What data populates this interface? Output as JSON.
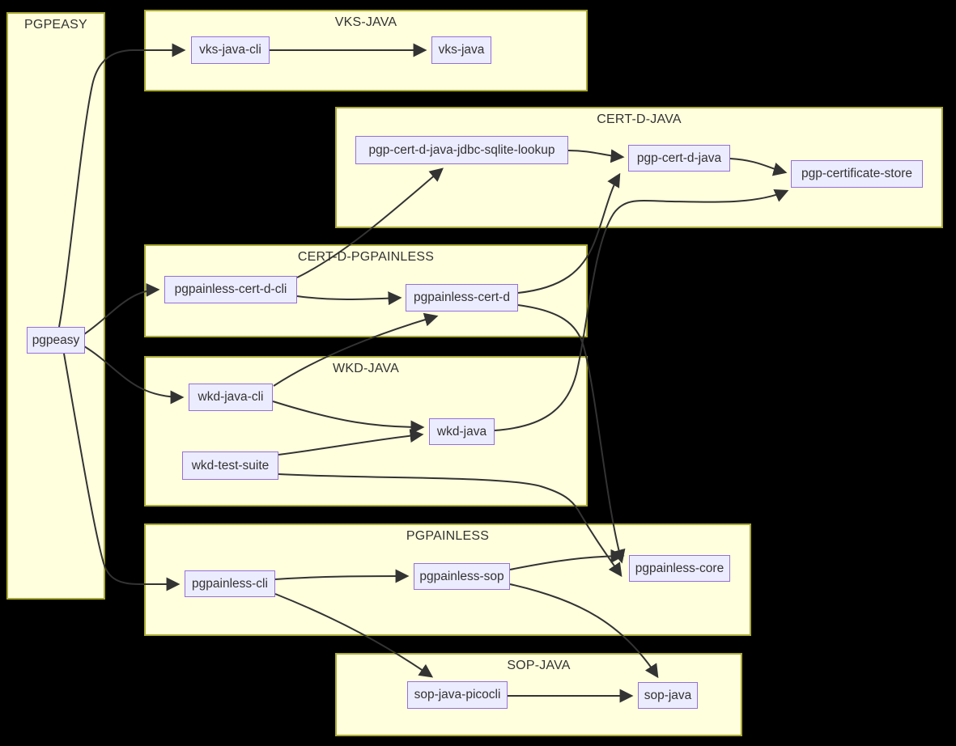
{
  "diagram": {
    "type": "dependency-graph",
    "colors": {
      "background": "#000000",
      "cluster_fill": "#ffffde",
      "cluster_border": "#aaaa33",
      "node_fill": "#ececff",
      "node_border": "#9370db",
      "edge": "#333333",
      "text": "#333333"
    },
    "clusters": {
      "pgpeasy": {
        "title": "PGPEASY"
      },
      "vks_java": {
        "title": "VKS-JAVA"
      },
      "cert_d_java": {
        "title": "CERT-D-JAVA"
      },
      "cert_d_pgpainless": {
        "title": "CERT-D-PGPAINLESS"
      },
      "wkd_java": {
        "title": "WKD-JAVA"
      },
      "pgpainless": {
        "title": "PGPAINLESS"
      },
      "sop_java": {
        "title": "SOP-JAVA"
      }
    },
    "nodes": {
      "pgpeasy": {
        "label": "pgpeasy"
      },
      "vks_java_cli": {
        "label": "vks-java-cli"
      },
      "vks_java": {
        "label": "vks-java"
      },
      "pgp_cert_d_java_jdbc_sqlite_lookup": {
        "label": "pgp-cert-d-java-jdbc-sqlite-lookup"
      },
      "pgp_cert_d_java": {
        "label": "pgp-cert-d-java"
      },
      "pgp_certificate_store": {
        "label": "pgp-certificate-store"
      },
      "pgpainless_cert_d_cli": {
        "label": "pgpainless-cert-d-cli"
      },
      "pgpainless_cert_d": {
        "label": "pgpainless-cert-d"
      },
      "wkd_java_cli": {
        "label": "wkd-java-cli"
      },
      "wkd_test_suite": {
        "label": "wkd-test-suite"
      },
      "wkd_java": {
        "label": "wkd-java"
      },
      "pgpainless_cli": {
        "label": "pgpainless-cli"
      },
      "pgpainless_sop": {
        "label": "pgpainless-sop"
      },
      "pgpainless_core": {
        "label": "pgpainless-core"
      },
      "sop_java_picocli": {
        "label": "sop-java-picocli"
      },
      "sop_java": {
        "label": "sop-java"
      }
    },
    "edges": [
      {
        "from": "pgpeasy",
        "to": "vks-java-cli"
      },
      {
        "from": "pgpeasy",
        "to": "pgpainless-cert-d-cli"
      },
      {
        "from": "pgpeasy",
        "to": "wkd-java-cli"
      },
      {
        "from": "pgpeasy",
        "to": "pgpainless-cli"
      },
      {
        "from": "vks-java-cli",
        "to": "vks-java"
      },
      {
        "from": "pgpainless-cert-d-cli",
        "to": "pgp-cert-d-java-jdbc-sqlite-lookup"
      },
      {
        "from": "pgpainless-cert-d-cli",
        "to": "pgpainless-cert-d"
      },
      {
        "from": "pgp-cert-d-java-jdbc-sqlite-lookup",
        "to": "pgp-cert-d-java"
      },
      {
        "from": "pgp-cert-d-java",
        "to": "pgp-certificate-store"
      },
      {
        "from": "pgpainless-cert-d",
        "to": "pgp-cert-d-java"
      },
      {
        "from": "pgpainless-cert-d",
        "to": "pgpainless-core"
      },
      {
        "from": "wkd-java-cli",
        "to": "pgpainless-cert-d"
      },
      {
        "from": "wkd-java-cli",
        "to": "wkd-java"
      },
      {
        "from": "wkd-test-suite",
        "to": "wkd-java"
      },
      {
        "from": "wkd-test-suite",
        "to": "pgpainless-core"
      },
      {
        "from": "wkd-java",
        "to": "pgp-certificate-store"
      },
      {
        "from": "pgpainless-cli",
        "to": "pgpainless-sop"
      },
      {
        "from": "pgpainless-cli",
        "to": "sop-java-picocli"
      },
      {
        "from": "pgpainless-sop",
        "to": "pgpainless-core"
      },
      {
        "from": "pgpainless-sop",
        "to": "sop-java"
      },
      {
        "from": "sop-java-picocli",
        "to": "sop-java"
      }
    ]
  }
}
